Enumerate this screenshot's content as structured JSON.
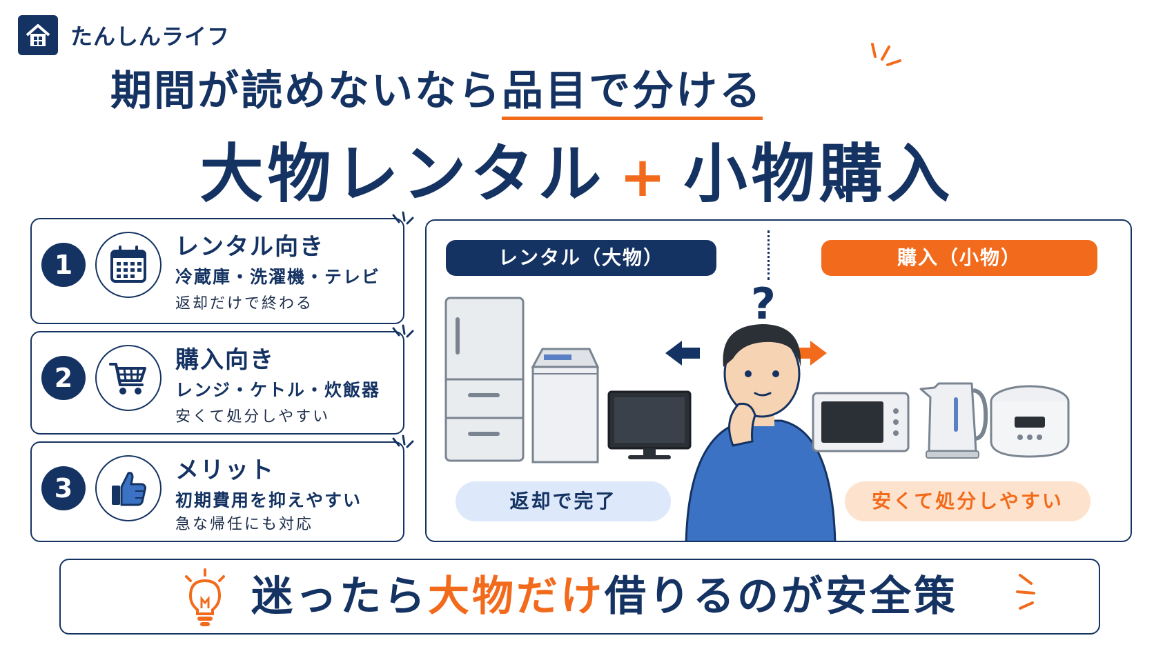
{
  "brand": {
    "name": "たんしんライフ",
    "icon": "house-icon"
  },
  "headline": {
    "line1_prefix": "期間が読めないなら",
    "line1_highlight": "品目で分ける",
    "line2_left": "大物レンタル",
    "line2_plus": "+",
    "line2_right": "小物購入"
  },
  "cards": [
    {
      "num": "1",
      "icon": "calendar-icon",
      "title": "レンタル向き",
      "items": "冷蔵庫・洗濯機・テレビ",
      "note": "返却だけで終わる"
    },
    {
      "num": "2",
      "icon": "cart-icon",
      "title": "購入向き",
      "items": "レンジ・ケトル・炊飯器",
      "note": "安くて処分しやすい"
    },
    {
      "num": "3",
      "icon": "thumbs-up-icon",
      "title": "メリット",
      "items": "初期費用を抑えやすい",
      "note": "急な帰任にも対応"
    }
  ],
  "comparison": {
    "rent_label": "レンタル（大物）",
    "buy_label": "購入（小物）",
    "question": "?",
    "rent_badge": "返却で完了",
    "buy_badge": "安くて処分しやすい"
  },
  "bottom": {
    "prefix": "迷ったら",
    "accent": "大物だけ",
    "suffix": "借りるのが安全策",
    "icon": "lightbulb-icon"
  },
  "colors": {
    "navy": "#143262",
    "orange": "#f26b1d",
    "light_blue": "#dde9fb",
    "light_orange": "#fde3cd"
  }
}
